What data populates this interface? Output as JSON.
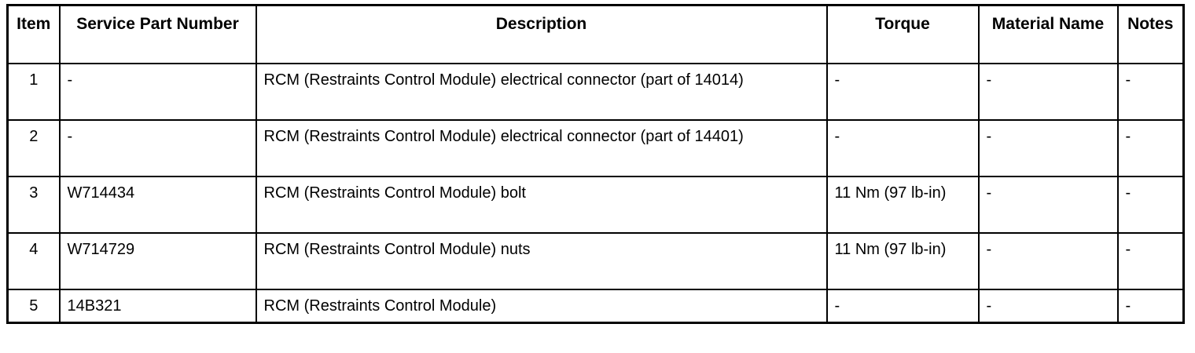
{
  "table": {
    "name": "service-parts-table",
    "columns": [
      {
        "key": "item",
        "label": "Item"
      },
      {
        "key": "part",
        "label": "Service Part Number"
      },
      {
        "key": "desc",
        "label": "Description"
      },
      {
        "key": "torque",
        "label": "Torque"
      },
      {
        "key": "material",
        "label": "Material Name"
      },
      {
        "key": "notes",
        "label": "Notes"
      }
    ],
    "rows": [
      {
        "item": "1",
        "part": "-",
        "desc": "RCM (Restraints Control Module) electrical connector (part of 14014)",
        "torque": "-",
        "material": "-",
        "notes": "-"
      },
      {
        "item": "2",
        "part": "-",
        "desc": "RCM (Restraints Control Module) electrical connector (part of 14401)",
        "torque": "-",
        "material": "-",
        "notes": "-"
      },
      {
        "item": "3",
        "part": "W714434",
        "desc": "RCM (Restraints Control Module) bolt",
        "torque": "11 Nm (97 lb-in)",
        "material": "-",
        "notes": "-"
      },
      {
        "item": "4",
        "part": "W714729",
        "desc": "RCM (Restraints Control Module) nuts",
        "torque": "11 Nm (97 lb-in)",
        "material": "-",
        "notes": "-"
      },
      {
        "item": "5",
        "part": "14B321",
        "desc": "RCM (Restraints Control Module)",
        "torque": "-",
        "material": "-",
        "notes": "-"
      }
    ]
  },
  "colors": {
    "border": "#000000",
    "text": "#000000",
    "background": "#ffffff"
  }
}
